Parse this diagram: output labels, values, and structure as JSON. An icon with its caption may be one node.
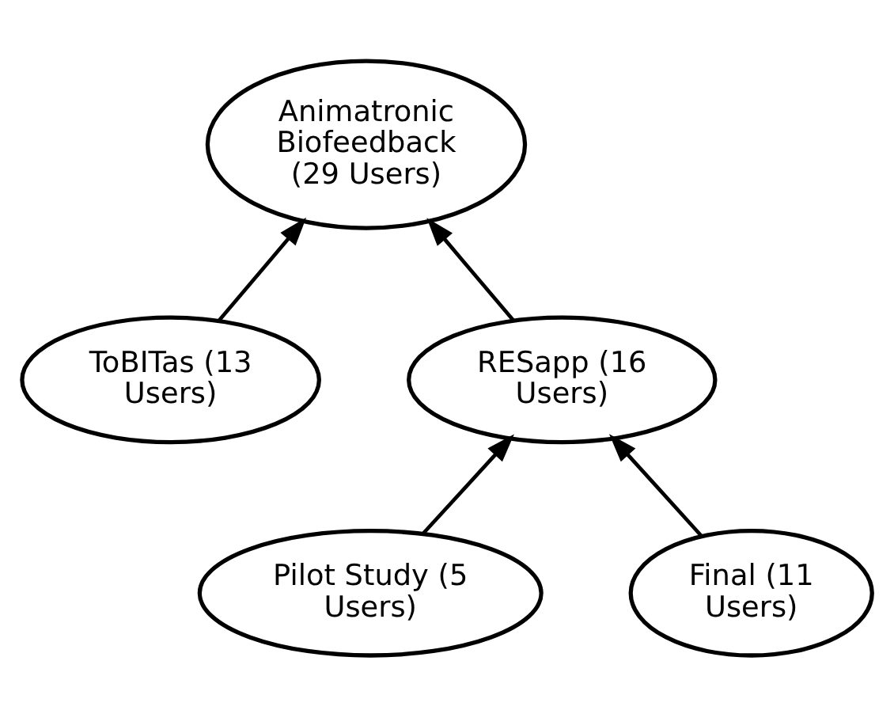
{
  "diagram": {
    "nodes": [
      {
        "text": [
          "Animatronic Biofeedback (29 Users)"
        ]
      },
      {
        "text": [
          "ToBITas (13 Users)"
        ]
      },
      {
        "text": [
          "RESapp (16 Users)"
        ]
      },
      {
        "text": [
          "Pilot Study (5 Users)"
        ]
      },
      {
        "text": [
          "Final (11 Users)"
        ]
      }
    ],
    "edges": [
      {
        "from": 1,
        "to": 0,
        "arrow": "to"
      },
      {
        "from": 2,
        "to": 0,
        "arrow": "to"
      },
      {
        "from": 3,
        "to": 2,
        "arrow": "to"
      },
      {
        "from": 4,
        "to": 2,
        "arrow": "to"
      }
    ]
  }
}
